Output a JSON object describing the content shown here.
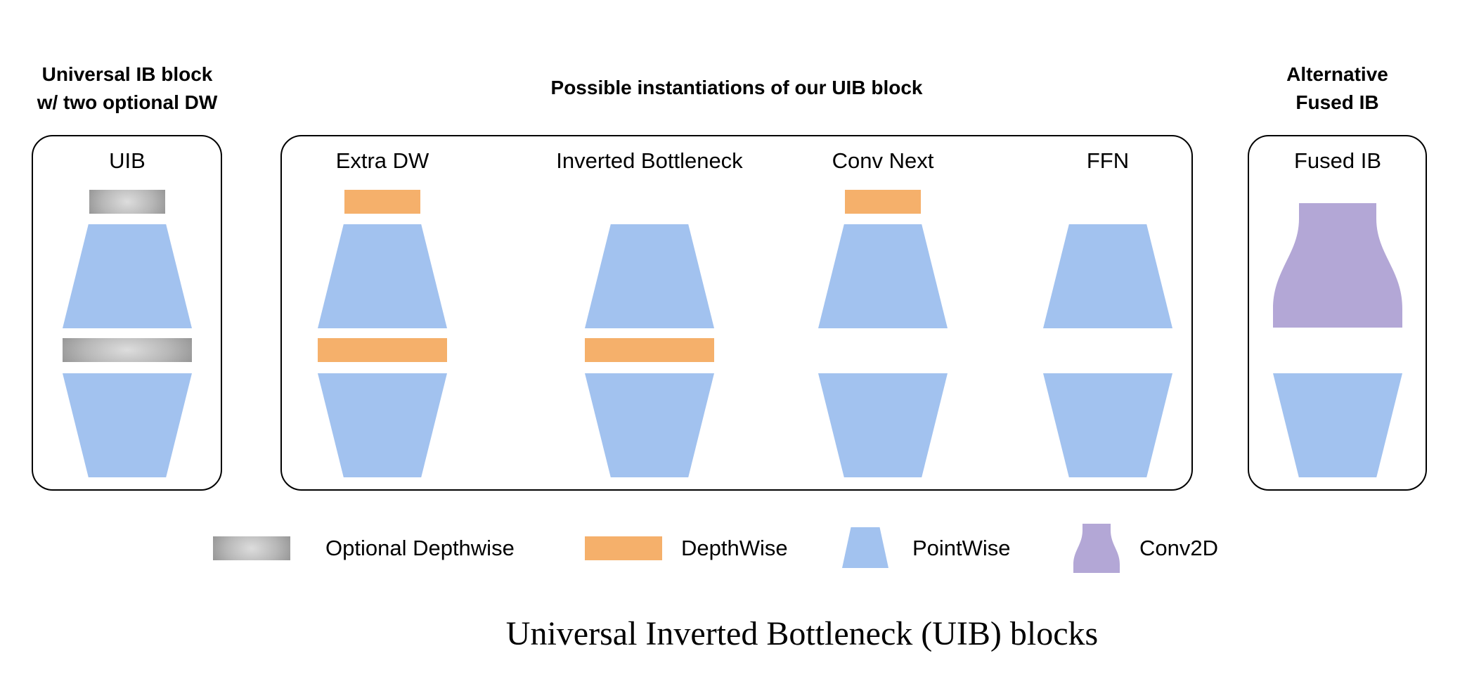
{
  "caption": "Universal Inverted Bottleneck (UIB) blocks",
  "panels": {
    "left": {
      "header_line1": "Universal IB block",
      "header_line2": "w/ two optional DW",
      "block_label": "UIB",
      "stack": [
        "optional-depthwise-bar",
        "pointwise-expand",
        "optional-depthwise-bar",
        "pointwise-contract"
      ]
    },
    "middle": {
      "header": "Possible instantiations of our UIB block",
      "columns": [
        {
          "label": "Extra DW",
          "stack": [
            "depthwise-bar",
            "pointwise-expand",
            "depthwise-bar",
            "pointwise-contract"
          ]
        },
        {
          "label": "Inverted Bottleneck",
          "stack": [
            "pointwise-expand",
            "depthwise-bar",
            "pointwise-contract"
          ]
        },
        {
          "label": "Conv Next",
          "stack": [
            "depthwise-bar",
            "pointwise-expand",
            "pointwise-contract"
          ]
        },
        {
          "label": "FFN",
          "stack": [
            "pointwise-expand",
            "pointwise-contract"
          ]
        }
      ]
    },
    "right": {
      "header_line1": "Alternative",
      "header_line2": "Fused IB",
      "block_label": "Fused IB",
      "stack": [
        "conv2d-funnel",
        "pointwise-contract"
      ]
    }
  },
  "legend": [
    {
      "swatch": "optional-depthwise-swatch",
      "label": "Optional Depthwise"
    },
    {
      "swatch": "depthwise-swatch",
      "label": "DepthWise"
    },
    {
      "swatch": "pointwise-swatch",
      "label": "PointWise"
    },
    {
      "swatch": "conv2d-swatch",
      "label": "Conv2D"
    }
  ],
  "colors": {
    "pointwise_blue": "#A2C2EF",
    "depthwise_orange": "#F5B06B",
    "conv2d_purple": "#B3A7D6",
    "gray_center": "#DDDDDD",
    "gray_edge": "#8F8F8F"
  }
}
